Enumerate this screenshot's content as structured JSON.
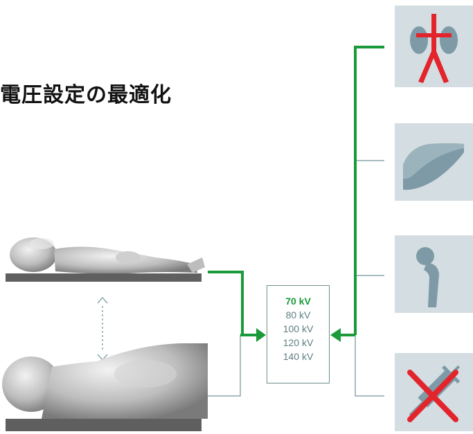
{
  "title": "電圧設定の最適化",
  "kv_options": [
    {
      "label": "70 kV",
      "selected": true
    },
    {
      "label": "80 kV",
      "selected": false
    },
    {
      "label": "100 kV",
      "selected": false
    },
    {
      "label": "120 kV",
      "selected": false
    },
    {
      "label": "140 kV",
      "selected": false
    }
  ],
  "exam_icons": [
    "kidney-angio-icon",
    "liver-icon",
    "bone-icon",
    "no-contrast-syringe-icon"
  ],
  "colors": {
    "highlight_green": "#1a9a3a",
    "line_gray": "#8aa5ab",
    "box_bg": "#d3dde2",
    "icon_fill": "#7d9aa6",
    "vessel_red": "#e3242b"
  }
}
